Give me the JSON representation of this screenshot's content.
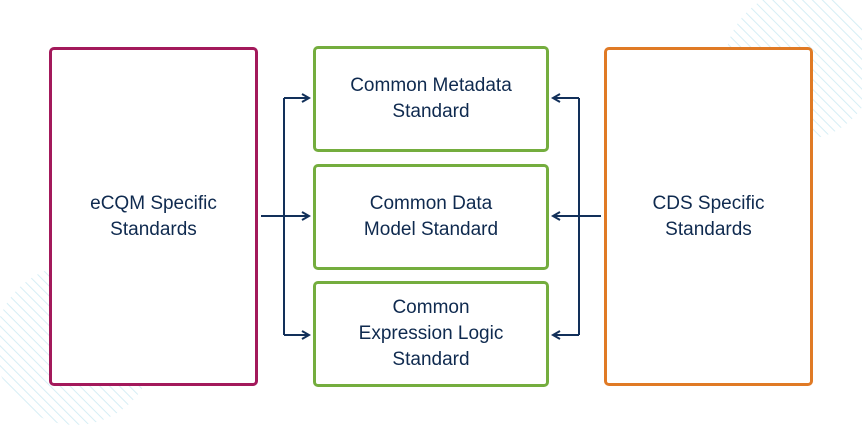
{
  "diagram": {
    "left": {
      "label": "eCQM Specific\nStandards"
    },
    "right": {
      "label": "CDS Specific\nStandards"
    },
    "middle": [
      {
        "label": "Common Metadata\nStandard"
      },
      {
        "label": "Common Data\nModel Standard"
      },
      {
        "label": "Common\nExpression Logic\nStandard"
      }
    ]
  },
  "colors": {
    "left_border": "#a3195b",
    "right_border": "#e07a25",
    "middle_border": "#74ad3e",
    "text": "#0f2a4f",
    "arrow": "#12305a",
    "hatch": "#d6eef5"
  }
}
